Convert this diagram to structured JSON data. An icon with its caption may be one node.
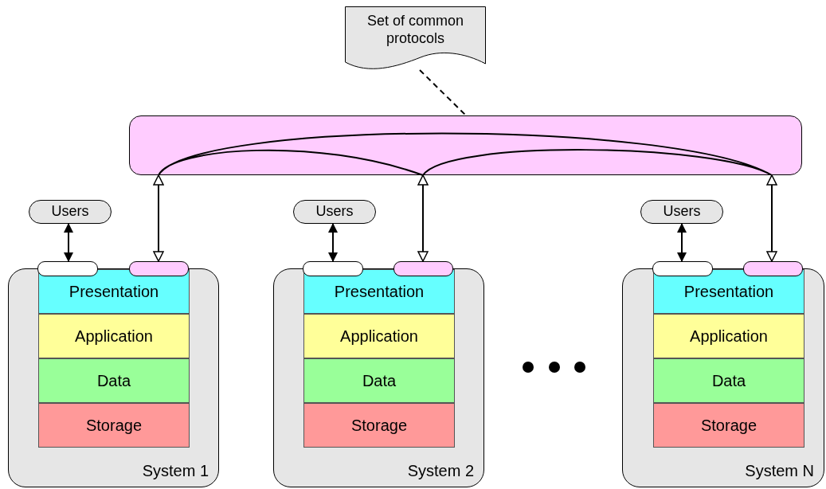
{
  "diagram": {
    "nodes": [
      {
        "text": [
          "Set of common protocols"
        ]
      },
      {
        "text": [],
        "shape": "bar"
      },
      {
        "text": [
          "Users"
        ]
      },
      {
        "text": [
          "System 1"
        ]
      },
      {
        "text": [],
        "shape": "box"
      },
      {
        "text": [],
        "shape": "box"
      },
      {
        "text": [
          "Presentation"
        ],
        "in": 3
      },
      {
        "text": [
          "Application"
        ],
        "in": 3
      },
      {
        "text": [
          "Data"
        ],
        "in": 3
      },
      {
        "text": [
          "Storage"
        ],
        "in": 3
      },
      {
        "text": [
          "Users"
        ]
      },
      {
        "text": [
          "System 2"
        ]
      },
      {
        "text": [],
        "shape": "box"
      },
      {
        "text": [],
        "shape": "box"
      },
      {
        "text": [
          "Presentation"
        ],
        "in": 11
      },
      {
        "text": [
          "Application"
        ],
        "in": 11
      },
      {
        "text": [
          "Data"
        ],
        "in": 11
      },
      {
        "text": [
          "Storage"
        ],
        "in": 11
      },
      {
        "text": [
          "Users"
        ]
      },
      {
        "text": [
          "System N"
        ]
      },
      {
        "text": [],
        "shape": "box"
      },
      {
        "text": [],
        "shape": "box"
      },
      {
        "text": [
          "Presentation"
        ],
        "in": 19
      },
      {
        "text": [
          "Application"
        ],
        "in": 19
      },
      {
        "text": [
          "Data"
        ],
        "in": 19
      },
      {
        "text": [
          "Storage"
        ],
        "in": 19
      }
    ],
    "edges": [
      {
        "from": 0,
        "to": 1,
        "arrow": "none",
        "style": "dashed"
      },
      {
        "from": 2,
        "to": 4,
        "arrow": "both"
      },
      {
        "from": 1,
        "to": 5,
        "arrow": "both"
      },
      {
        "from": 10,
        "to": 12,
        "arrow": "both"
      },
      {
        "from": 1,
        "to": 13,
        "arrow": "both"
      },
      {
        "from": 18,
        "to": 20,
        "arrow": "both"
      },
      {
        "from": 1,
        "to": 21,
        "arrow": "both"
      }
    ]
  }
}
